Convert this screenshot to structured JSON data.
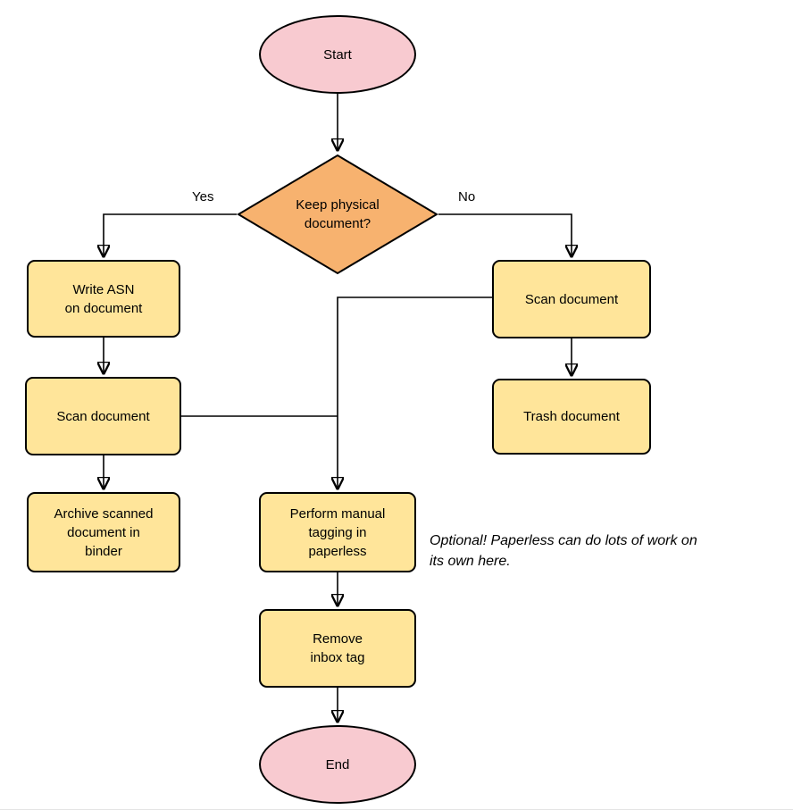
{
  "diagram": {
    "type": "flowchart",
    "colors": {
      "terminal_fill": "#F8CAD0",
      "decision_fill": "#F7B26F",
      "process_fill": "#FFE59A",
      "stroke": "#000000"
    },
    "nodes": {
      "start": {
        "type": "terminal",
        "label": "Start"
      },
      "decision": {
        "type": "decision",
        "label": "Keep physical\ndocument?"
      },
      "write_asn": {
        "type": "process",
        "label": "Write ASN\non document"
      },
      "scan_left": {
        "type": "process",
        "label": "Scan document"
      },
      "archive": {
        "type": "process",
        "label": "Archive scanned\ndocument in\nbinder"
      },
      "scan_right": {
        "type": "process",
        "label": "Scan document"
      },
      "trash": {
        "type": "process",
        "label": "Trash document"
      },
      "tagging": {
        "type": "process",
        "label": "Perform manual\ntagging in\npaperless"
      },
      "remove_inbox": {
        "type": "process",
        "label": "Remove\ninbox tag"
      },
      "end": {
        "type": "terminal",
        "label": "End"
      }
    },
    "edge_labels": {
      "yes": "Yes",
      "no": "No"
    },
    "annotation": "Optional! Paperless can do lots of work on\nits own here."
  }
}
